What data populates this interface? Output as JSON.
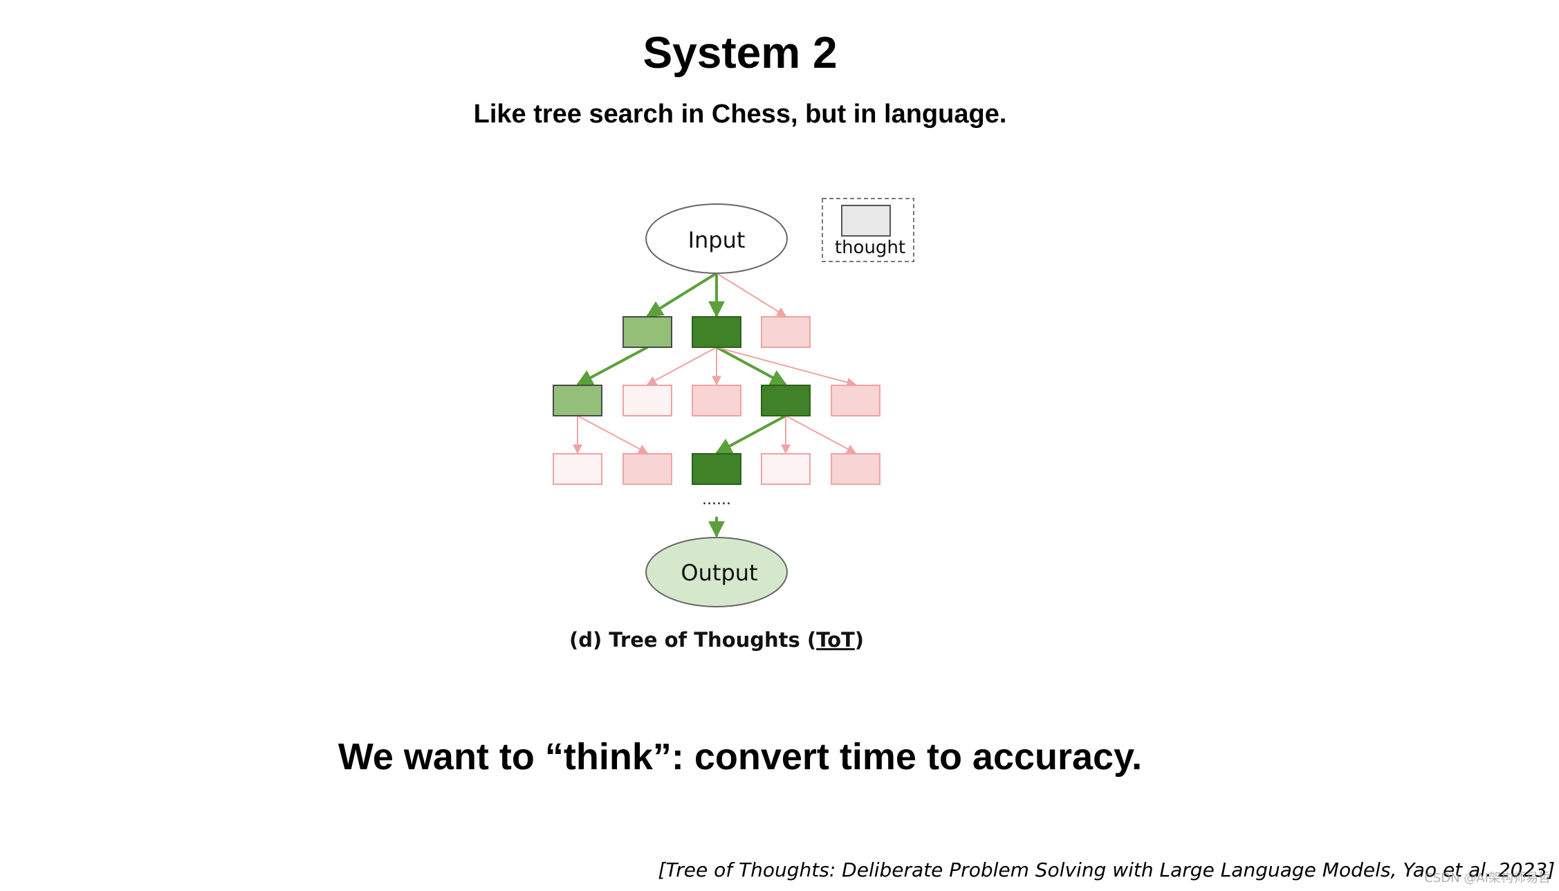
{
  "slide": {
    "title": "System 2",
    "subtitle": "Like tree search in Chess, but in language.",
    "tagline": "We want to “think”: convert time to accuracy.",
    "citation": "[Tree of Thoughts: Deliberate Problem Solving with Large Language Models, Yao et al. 2023]",
    "watermark": "CSDN @AI架构师易哲"
  },
  "diagram": {
    "input_label": "Input",
    "output_label": "Output",
    "legend_label": "thought",
    "ellipsis": "......",
    "caption_prefix": "(d) Tree of Thoughts (",
    "caption_abbrev": "ToT",
    "caption_suffix": ")",
    "colors": {
      "light_green": "#93bf78",
      "dark_green": "#3f8227",
      "pink": "#f8d4d4",
      "pale_pink": "#fdf3f2",
      "pink_edge": "#f0a3a2",
      "green_edge": "#5ba03a",
      "output_fill": "#d5e8cc",
      "legend_fill": "#e8e8e8"
    },
    "nodes": [
      {
        "id": "l1-a",
        "level": 1,
        "state": "light-green"
      },
      {
        "id": "l1-b",
        "level": 1,
        "state": "dark-green"
      },
      {
        "id": "l1-c",
        "level": 1,
        "state": "pink"
      },
      {
        "id": "l2-a",
        "level": 2,
        "state": "light-green"
      },
      {
        "id": "l2-b",
        "level": 2,
        "state": "pale-pink"
      },
      {
        "id": "l2-c",
        "level": 2,
        "state": "pink"
      },
      {
        "id": "l2-d",
        "level": 2,
        "state": "dark-green"
      },
      {
        "id": "l2-e",
        "level": 2,
        "state": "pink"
      },
      {
        "id": "l3-a",
        "level": 3,
        "state": "pale-pink"
      },
      {
        "id": "l3-b",
        "level": 3,
        "state": "pink"
      },
      {
        "id": "l3-c",
        "level": 3,
        "state": "dark-green"
      },
      {
        "id": "l3-d",
        "level": 3,
        "state": "pale-pink"
      },
      {
        "id": "l3-e",
        "level": 3,
        "state": "pink"
      }
    ],
    "edges": [
      {
        "from": "input",
        "to": "l1-a",
        "kind": "green"
      },
      {
        "from": "input",
        "to": "l1-b",
        "kind": "green"
      },
      {
        "from": "input",
        "to": "l1-c",
        "kind": "pink"
      },
      {
        "from": "l1-a",
        "to": "l2-a",
        "kind": "green"
      },
      {
        "from": "l1-b",
        "to": "l2-b",
        "kind": "pink"
      },
      {
        "from": "l1-b",
        "to": "l2-c",
        "kind": "pink"
      },
      {
        "from": "l1-b",
        "to": "l2-d",
        "kind": "green"
      },
      {
        "from": "l1-b",
        "to": "l2-e",
        "kind": "pink"
      },
      {
        "from": "l2-a",
        "to": "l3-a",
        "kind": "pink"
      },
      {
        "from": "l2-a",
        "to": "l3-b",
        "kind": "pink"
      },
      {
        "from": "l2-d",
        "to": "l3-c",
        "kind": "green"
      },
      {
        "from": "l2-d",
        "to": "l3-d",
        "kind": "pink"
      },
      {
        "from": "l2-d",
        "to": "l3-e",
        "kind": "pink"
      },
      {
        "from": "l3-c",
        "to": "output",
        "kind": "green"
      }
    ]
  }
}
